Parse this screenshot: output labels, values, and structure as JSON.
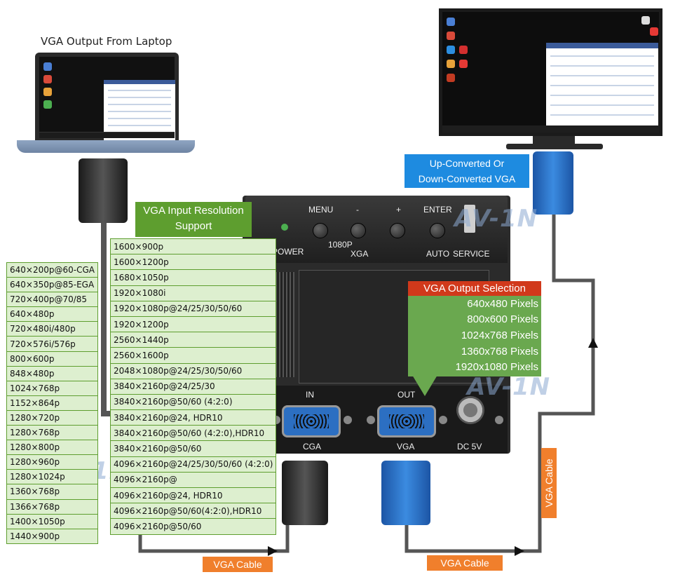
{
  "titles": {
    "laptop": "VGA Output From Laptop",
    "converted": "Up-Converted Or Down-Converted VGA",
    "converted_line1": "Up-Converted Or",
    "converted_line2": "Down-Converted VGA"
  },
  "device": {
    "power": "POWER",
    "menu": "MENU",
    "minus": "-",
    "plus": "+",
    "enter": "ENTER",
    "p1080": "1080P",
    "xga": "XGA",
    "auto": "AUTO",
    "service": "SERVICE",
    "in": "IN",
    "out": "OUT",
    "cga": "CGA",
    "vga": "VGA",
    "dc": "DC 5V"
  },
  "input_support": {
    "title_line1": "VGA Input Resolution",
    "title_line2": "Support",
    "left_column": [
      "640×200p@60-CGA",
      "640×350p@85-EGA",
      "720×400p@70/85",
      "640×480p",
      "720×480i/480p",
      "720×576i/576p",
      "800×600p",
      "848×480p",
      "1024×768p",
      "1152×864p",
      "1280×720p",
      "1280×768p",
      "1280×800p",
      "1280×960p",
      "1280×1024p",
      "1360×768p",
      "1366×768p",
      "1400×1050p",
      "1440×900p"
    ],
    "main_column": [
      "1600×900p",
      "1600×1200p",
      "1680×1050p",
      "1920×1080i",
      "1920×1080p@24/25/30/50/60",
      "1920×1200p",
      "2560×1440p",
      "2560×1600p",
      "2048×1080p@24/25/30/50/60",
      "3840×2160p@24/25/30",
      "3840×2160p@50/60 (4:2:0)",
      "3840×2160p@24, HDR10",
      "3840×2160p@50/60 (4:2:0),HDR10",
      "3840×2160p@50/60",
      "4096×2160p@24/25/30/50/60 (4:2:0)",
      "4096×2160p@",
      "4096×2160p@24, HDR10",
      "4096×2160p@50/60(4:2:0),HDR10",
      "4096×2160p@50/60"
    ]
  },
  "output_selection": {
    "title": "VGA Output Selection",
    "items": [
      "640x480 Pixels",
      "800x600 Pixels",
      "1024x768 Pixels",
      "1360x768 Pixels",
      "1920x1080 Pixels"
    ]
  },
  "cables": {
    "bottom_left": "VGA Cable",
    "bottom_right": "VGA Cable",
    "vertical": "VGA Cable"
  },
  "watermark": "AV-1N",
  "colors": {
    "green": "#5e9e2f",
    "table_fill": "#ddefcf",
    "orange": "#f07f2c",
    "blue": "#1e8be0",
    "red": "#d1391b"
  }
}
